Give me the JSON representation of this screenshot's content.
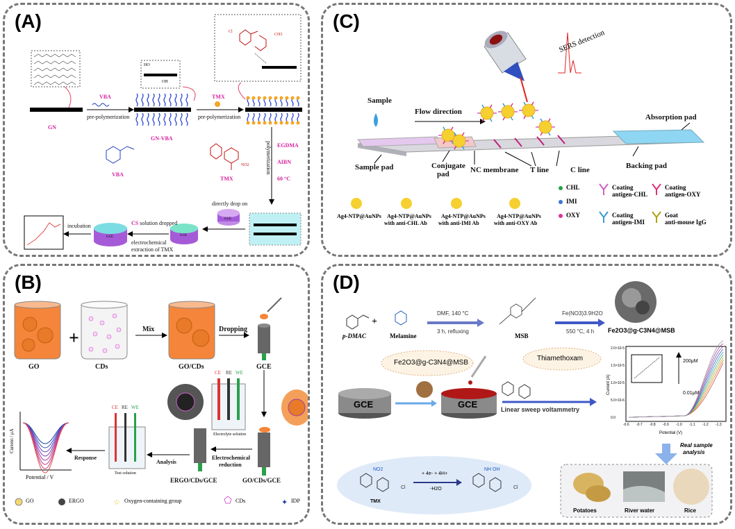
{
  "panelA": {
    "label": "(A)",
    "gn": "GN",
    "vba_arrow": "VBA",
    "pre_polymerization_1": "pre-polymerization",
    "gn_vba": "GN-VBA",
    "tmx_arrow": "TMX",
    "pre_polymerization_2": "pre-polymerization",
    "vba_monomer": "VBA",
    "tmx_monomer": "TMX",
    "polymerization": "polymerization",
    "egdma": "EGDMA",
    "aibn": "AIBN",
    "temp": "60 °C",
    "directly_drop_on": "directly drop on",
    "cs_dropped_prefix": "CS",
    "cs_dropped_suffix": " solution dropped",
    "incubation": "incubation",
    "electrochemical_extraction": "electrochemical",
    "extraction_of_tmx": "extraction of TMX",
    "gce1": "GCE",
    "gce2": "GCE",
    "gce3": "GCE",
    "ho": "HO",
    "oh": "OH",
    "cl": "Cl",
    "ch3": "CH3",
    "no2": "NO2"
  },
  "panelB": {
    "label": "(B)",
    "go": "GO",
    "cds": "CDs",
    "mix": "Mix",
    "go_cds": "GO/CDs",
    "dropping": "Dropping",
    "gce": "GCE",
    "ce": "CE",
    "re": "RE",
    "we": "WE",
    "electrolyte_solution": "Electrolyte solution",
    "electrochemical_reduction_1": "Electrochemical",
    "electrochemical_reduction_2": "reduction",
    "go_cds_gce": "GO/CDs/GCE",
    "ergo_cds_gce": "ERGO/CDs/GCE",
    "analysis": "Analysis",
    "response": "Response",
    "test_solution": "Test solution",
    "current_axis": "Current / μA",
    "potential_axis": "Potential / V",
    "legend_go": "GO",
    "legend_ergo": "ERGO",
    "legend_oxygen": "Oxygen-containing group",
    "legend_cds": "CDs",
    "legend_idp": "IDP"
  },
  "panelC": {
    "label": "(C)",
    "sers_detection": "SERS detection",
    "sample": "Sample",
    "flow_direction": "Flow direction",
    "absorption_pad": "Absorption pad",
    "sample_pad": "Sample pad",
    "conjugate_pad_1": "Conjugate",
    "conjugate_pad_2": "pad",
    "nc_membrane": "NC membrane",
    "t_line": "T line",
    "c_line": "C line",
    "backing_pad": "Backing pad",
    "legend_aunps": "Ag4-NTP@AuNPs",
    "legend_chl_ab_1": "Ag4-NTP@AuNPs",
    "legend_chl_ab_2": "with anti-CHL Ab",
    "legend_imi_ab_1": "Ag4-NTP@AuNPs",
    "legend_imi_ab_2": "with anti-IMI Ab",
    "legend_oxy_ab_1": "Ag4-NTP@AuNPs",
    "legend_oxy_ab_2": "with anti-OXY Ab",
    "chl": "CHL",
    "imi": "IMI",
    "oxy": "OXY",
    "coating_chl_1": "Coating",
    "coating_chl_2": "antigen-CHL",
    "coating_imi_1": "Coating",
    "coating_imi_2": "antigen-IMI",
    "coating_oxy_1": "Coating",
    "coating_oxy_2": "antigen-OXY",
    "goat_1": "Goat",
    "goat_2": "anti-mouse IgG"
  },
  "panelD": {
    "label": "(D)",
    "p_dmac": "p-DMAC",
    "melamine": "Melamine",
    "dmf": "DMF, 140 °C",
    "reflux": "3 h, refluxing",
    "msb": "MSB",
    "fe_nitrate": "Fe(NO3)3.9H2O",
    "calcination": "550 °C, 4 h",
    "product": "Fe2O3@g-C3N4@MSB",
    "product_bubble": "Fe2O3@g-C3N4@MSB",
    "thiamethoxam": "Thiamethoxam",
    "gce_left": "GCE",
    "gce_right": "GCE",
    "lsv": "Linear sweep voltammetry",
    "conc_high": "200μM",
    "conc_low": "0.01μM",
    "current_axis": "Current (A)",
    "potential_axis": "Potential (V)",
    "real_sample_1": "Real sample",
    "real_sample_2": "analysis",
    "potatoes": "Potatoes",
    "river_water": "River water",
    "rice": "Rice",
    "reaction_top": "+ 4e-  + 4H+",
    "reaction_bottom": "-H2O",
    "tmx": "TMX",
    "no2": "NO2",
    "nh_oh": "NH   OH",
    "cl": "Cl",
    "xticks": [
      "-0.6",
      "-0.7",
      "-0.8",
      "-0.9",
      "-1.0",
      "-1.1",
      "-1.2",
      "-1.3"
    ],
    "yticks": [
      "2.0×10-5",
      "1.5×10-5",
      "1.0×10-5",
      "5.0×10-6",
      "0.0"
    ]
  }
}
